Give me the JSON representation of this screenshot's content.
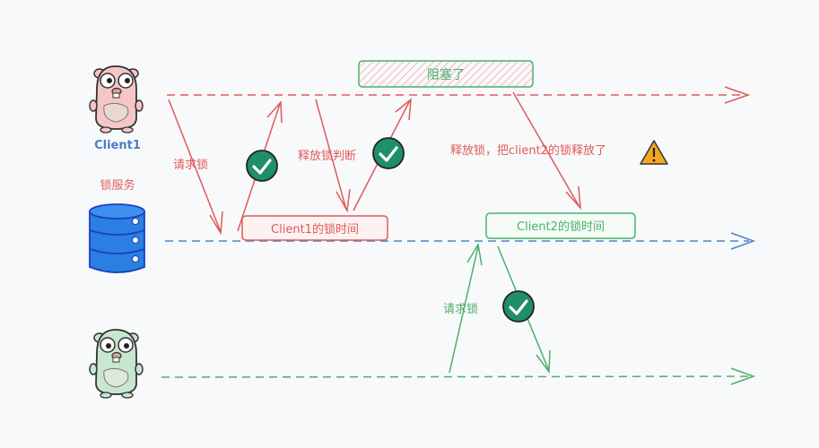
{
  "actors": {
    "client1": {
      "label": "Client1",
      "color": "#4a7fc0",
      "body": "#f6c6c6"
    },
    "lock_service": {
      "label": "锁服务",
      "color": "#e06060"
    },
    "client2": {
      "label": "",
      "body": "#c9e6cf"
    }
  },
  "boxes": {
    "blocked": {
      "label": "阻塞了"
    },
    "client1_lock": {
      "label": "Client1的锁时间"
    },
    "client2_lock": {
      "label": "Client2的锁时间"
    }
  },
  "labels": {
    "request_lock_1": "请求锁",
    "release_check": "释放锁判断",
    "release_wrong": "释放锁，把client2的锁释放了",
    "request_lock_2": "请求锁"
  },
  "icons": {
    "check": "check-circle-icon",
    "warning": "warning-icon"
  },
  "colors": {
    "red": "#e05a5a",
    "blue": "#4a86c8",
    "green": "#4caf6a",
    "check_bg": "#1e8f66",
    "warn": "#f5a623"
  }
}
